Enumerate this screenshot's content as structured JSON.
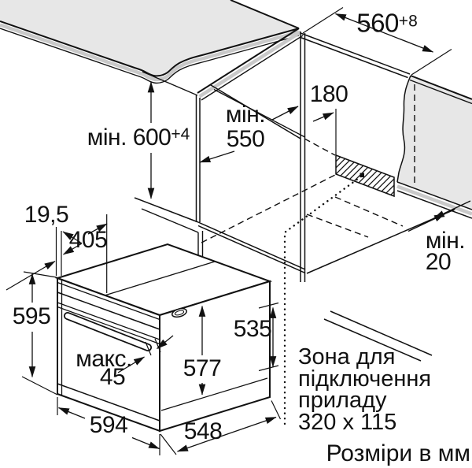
{
  "colors": {
    "line": "#111111",
    "surface_gray": "#e7e7e7",
    "band_gray": "#c9c9c9"
  },
  "drawing": {
    "dimensions": {
      "niche_width": {
        "value": "560",
        "sup": "+8"
      },
      "connection_offset": {
        "value": "180"
      },
      "niche_height": {
        "value": "мін. 600",
        "sup": "+4"
      },
      "niche_depth": {
        "line1": "мін.",
        "line2": "550"
      },
      "front_lip": {
        "value": "19,5"
      },
      "top_depth": {
        "value": "405"
      },
      "front_height": {
        "value": "595"
      },
      "handle_projection": {
        "line1": "макс.",
        "line2": "45"
      },
      "carcass_height": {
        "value": "577"
      },
      "rear_height": {
        "value": "535"
      },
      "front_width": {
        "value": "594"
      },
      "carcass_depth": {
        "value": "548"
      },
      "wall_clearance": {
        "line1": "мін.",
        "line2": "20"
      }
    },
    "connection_zone_note": {
      "line1": "Зона для",
      "line2": "підключення",
      "line3": "приладу",
      "line4": "320 x 115"
    },
    "units_note": "Розміри в мм"
  }
}
